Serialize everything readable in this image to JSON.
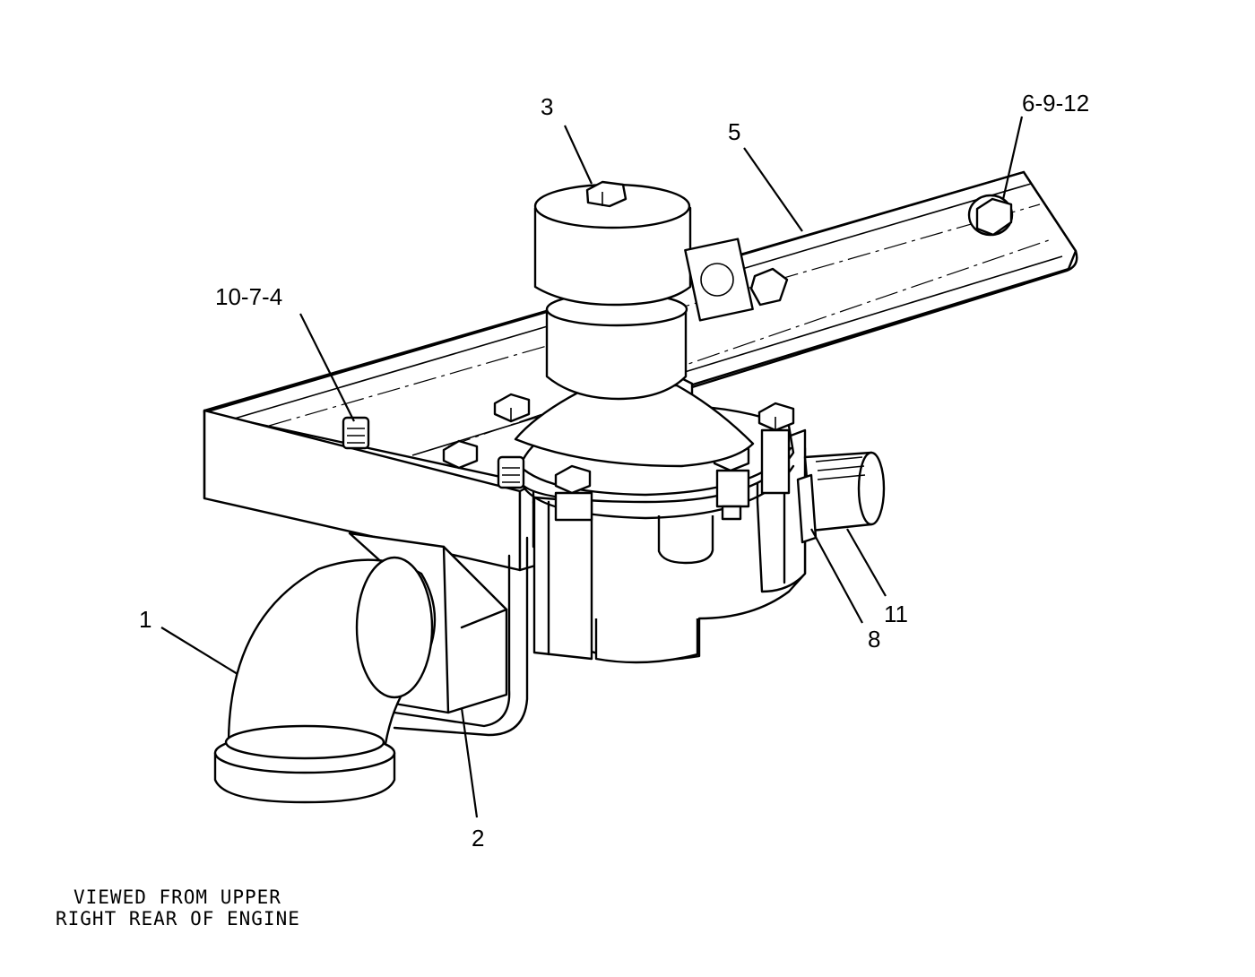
{
  "callouts": {
    "c1": "1",
    "c2": "2",
    "c3": "3",
    "c5": "5",
    "c6_9_12": "6-9-12",
    "c10_7_4": "10-7-4",
    "c8": "8",
    "c11": "11"
  },
  "caption": {
    "line1": "VIEWED FROM UPPER",
    "line2": "RIGHT REAR OF ENGINE"
  }
}
